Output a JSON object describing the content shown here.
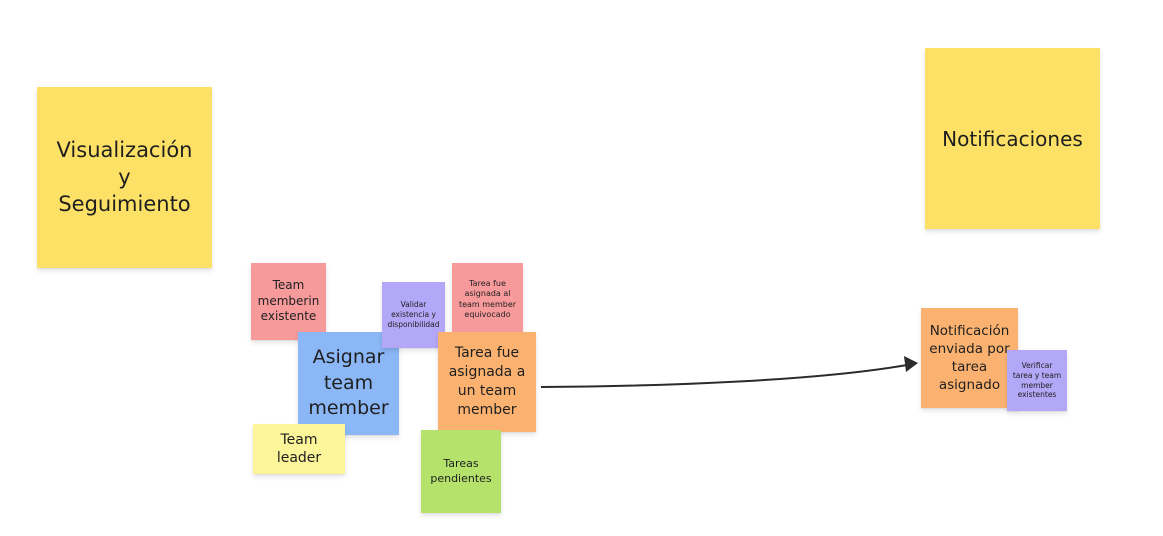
{
  "board": {
    "background_color": "#ffffff",
    "notes": {
      "visualizacion": {
        "text": "Visualización\ny\nSeguimiento",
        "color": "#fde166"
      },
      "notificaciones": {
        "text": "Notificaciones",
        "color": "#fde166"
      },
      "team_member_existente": {
        "text": "Team\nmemberin\nexistente",
        "color": "#f79a9c"
      },
      "asignar_team_member": {
        "text": "Asignar\nteam\nmember",
        "color": "#8bb7f6"
      },
      "validar": {
        "text": "Validar\nexistencia y\ndisponibilidad",
        "color": "#b3a7f7"
      },
      "tarea_equivocado": {
        "text": "Tarea  fue\nasignada al\nteam member\nequivocado",
        "color": "#f79a9c"
      },
      "tarea_asignada": {
        "text": "Tarea fue\nasignada a\nun team\nmember",
        "color": "#fbb270"
      },
      "team_leader": {
        "text": "Team\nleader",
        "color": "#fcf59a"
      },
      "tareas_pendientes": {
        "text": "Tareas\npendientes",
        "color": "#b5e26b"
      },
      "notificacion_enviada": {
        "text": "Notificación\nenviada por\ntarea\nasignado",
        "color": "#fbb270"
      },
      "verificar": {
        "text": "Verificar\ntarea y  team\nmember\nexistentes",
        "color": "#b3a7f7"
      }
    },
    "connector": {
      "from": "tarea_asignada",
      "to": "notificacion_enviada",
      "color": "#2b2b2b",
      "arrowhead": "end"
    }
  }
}
